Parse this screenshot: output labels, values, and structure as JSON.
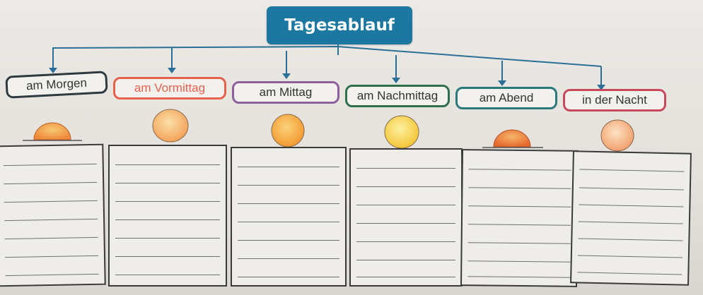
{
  "title": "Tagesablauf",
  "periods": [
    {
      "label": "am Morgen",
      "color": "#2f3a40",
      "sun": "rising-sun"
    },
    {
      "label": "am Vormittag",
      "color": "#e8614d",
      "sun": "full-sun"
    },
    {
      "label": "am Mittag",
      "color": "#8d5f9b",
      "sun": "full-sun"
    },
    {
      "label": "am Nachmittag",
      "color": "#2f6e4e",
      "sun": "full-sun"
    },
    {
      "label": "am Abend",
      "color": "#2b7a7a",
      "sun": "setting-sun"
    },
    {
      "label": "in der Nacht",
      "color": "#c9485d",
      "sun": "pale-sun"
    }
  ],
  "writing_lines_per_box": 7
}
